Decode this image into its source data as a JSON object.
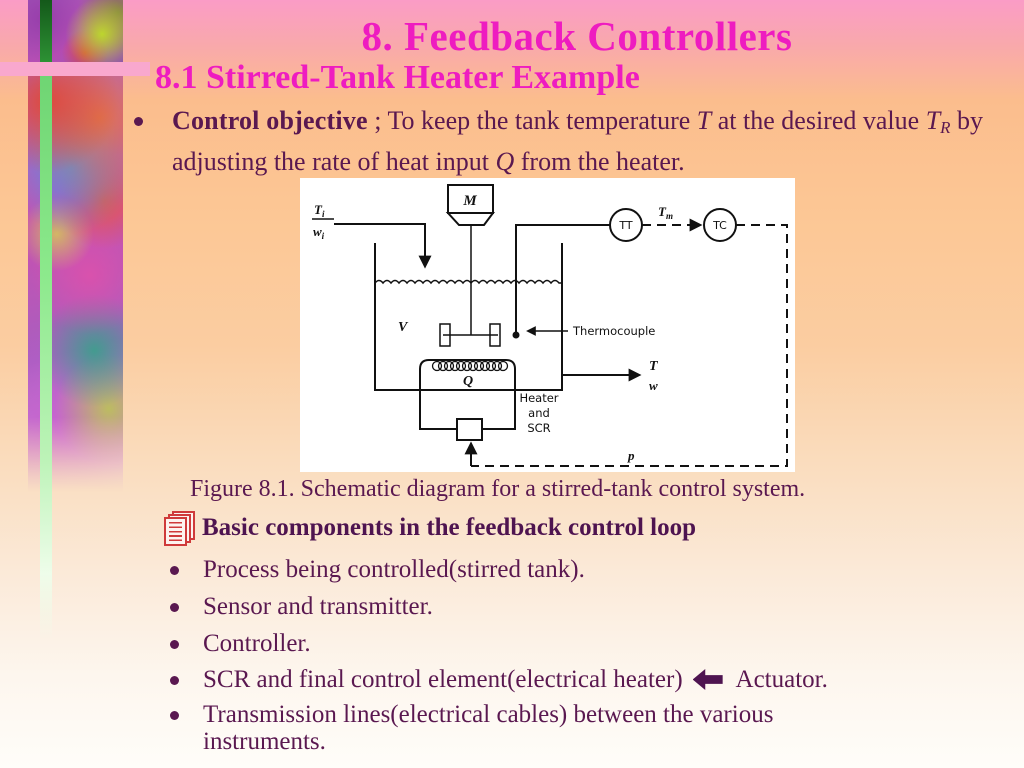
{
  "slide": {
    "title": "8. Feedback Controllers",
    "subtitle": "8.1 Stirred-Tank Heater Example"
  },
  "objective": {
    "bold": "Control objective",
    "part1": " ; To keep the tank temperature  ",
    "sym_T": "T",
    "part2": " at the desired value ",
    "sym_TR_main": "T",
    "sym_TR_sub": "R",
    "part3": " by adjusting the rate of heat input ",
    "sym_Q": "Q",
    "part4": "  from the heater."
  },
  "figure": {
    "caption": "Figure 8.1. Schematic diagram for a stirred-tank control system.",
    "labels": {
      "motor": "M",
      "inlet_T": "T",
      "inlet_T_sub": "i",
      "inlet_w": "w",
      "inlet_w_sub": "i",
      "volume": "V",
      "thermocouple": "Thermocouple",
      "transmitter": "TT",
      "controller": "TC",
      "tm": "T",
      "tm_sub": "m",
      "heat": "Q",
      "heater_line1": "Heater",
      "heater_line2": "and",
      "heater_line3": "SCR",
      "outlet_T": "T",
      "outlet_w": "w",
      "pressure": "p"
    }
  },
  "components": {
    "heading": "Basic components in the feedback control loop",
    "items": [
      "Process being controlled(stirred tank).",
      "Sensor and transmitter.",
      "Controller.",
      "SCR and final control element(electrical heater)",
      "Transmission lines(electrical cables) between the various instruments."
    ],
    "actuator_suffix": " Actuator."
  },
  "colors": {
    "title_magenta": "#ee1cc0",
    "body_purple": "#5a1850",
    "icon_red": "#cf3a3a",
    "pink_bar": "#f8a7d0",
    "diagram_ink": "#111111"
  }
}
